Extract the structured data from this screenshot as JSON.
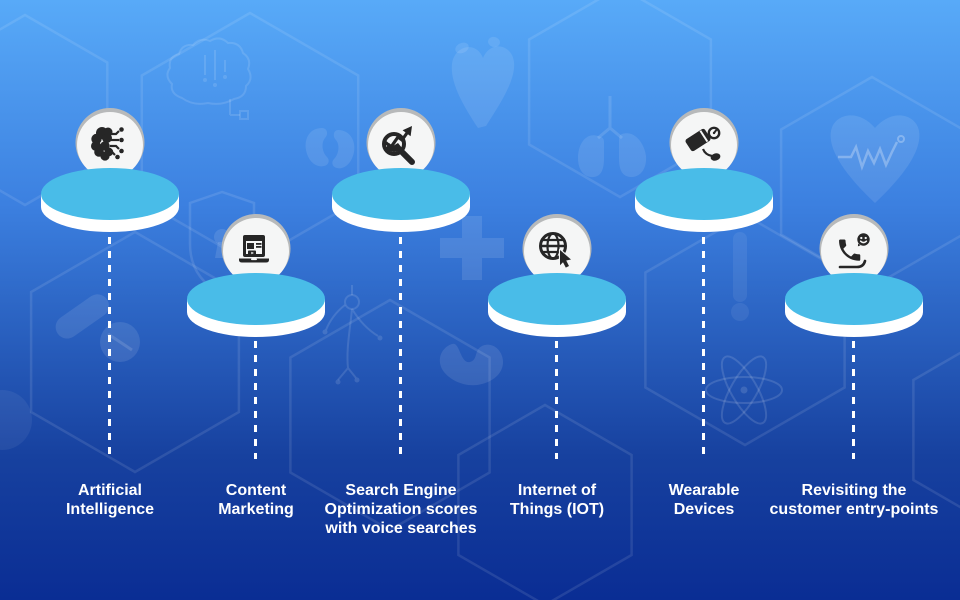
{
  "items": [
    {
      "icon": "ai-brain-circuit-icon",
      "label": "Artificial\nIntelligence"
    },
    {
      "icon": "content-laptop-video-icon",
      "label": "Content\nMarketing"
    },
    {
      "icon": "seo-magnifier-arrow-icon",
      "label": "Search Engine\nOptimization scores\nwith voice searches"
    },
    {
      "icon": "globe-cursor-icon",
      "label": "Internet of\nThings (IOT)"
    },
    {
      "icon": "blood-pressure-monitor-icon",
      "label": "Wearable\nDevices"
    },
    {
      "icon": "phone-smiley-icon",
      "label": "Revisiting the\ncustomer entry-points"
    }
  ],
  "colors": {
    "background_top": "#58aaf8",
    "background_bottom": "#0a2d94",
    "platform_blue": "#49bce8",
    "platform_white": "#ffffff",
    "pin_fill": "#f5f6f6",
    "pin_ring": "#b7b9ba",
    "icon_black": "#262626",
    "label_text": "#ffffff"
  },
  "background_icons": [
    "hexagon-pattern",
    "brain-circuit",
    "anatomical-heart",
    "lungs",
    "kidneys",
    "shield-keyhole",
    "pills",
    "medical-cross",
    "neuron",
    "stomach",
    "atom",
    "heart-ecg",
    "thermometer"
  ]
}
